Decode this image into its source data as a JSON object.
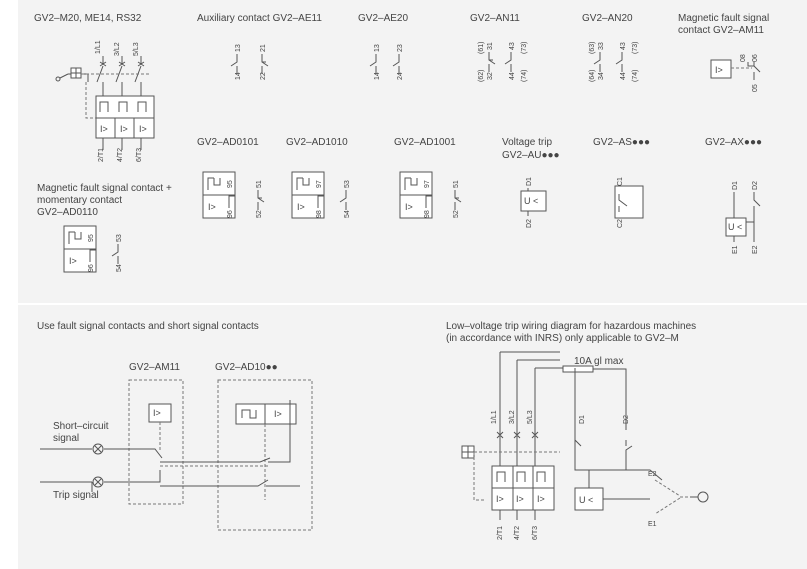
{
  "top_panel": {
    "gv2_m": "GV2–M20, ME14, RS32",
    "aux_ae11": "Auxiliary contact GV2–AE11",
    "ae20": "GV2–AE20",
    "an11": "GV2–AN11",
    "an20": "GV2–AN20",
    "mag_fault_1": "Magnetic fault signal",
    "mag_fault_2": "contact GV2–AM11",
    "ad0101": "GV2–AD0101",
    "ad1010": "GV2–AD1010",
    "ad1001": "GV2–AD1001",
    "voltage_trip_1": "Voltage trip",
    "voltage_trip_2": "GV2–AU●●●",
    "as": "GV2–AS●●●",
    "ax": "GV2–AX●●●",
    "mag_fault_mom_1": "Magnetic fault signal contact +",
    "mag_fault_mom_2": "momentary contact",
    "mag_fault_mom_3": "GV2–AD0110"
  },
  "bottom_panel": {
    "use_fault": "Use fault signal contacts and short signal contacts",
    "am11": "GV2–AM11",
    "ad10": "GV2–AD10●●",
    "short_circuit_1": "Short–circuit",
    "short_circuit_2": "signal",
    "trip_signal": "Trip signal",
    "lv_title_1": "Low–voltage trip wiring diagram for hazardous machines",
    "lv_title_2": "(in accordance with INRS) only applicable to GV2–M",
    "fuse": "10A gl max"
  },
  "symbols": {
    "overcurrent": "I>",
    "undervoltage": "U <"
  },
  "terminals": {
    "l1": "1/L1",
    "l2": "3/L2",
    "l3": "5/L3",
    "t1": "2/T1",
    "t2": "4/T2",
    "t3": "6/T3",
    "n13": "13",
    "n14": "14",
    "n21": "21",
    "n22": "22",
    "n23": "23",
    "n24": "24",
    "n31": "31",
    "n32": "32",
    "n33": "33",
    "n34": "34",
    "n43": "43",
    "n44": "44",
    "n61": "(61)",
    "n62": "(62)",
    "n63": "(63)",
    "n64": "(64)",
    "n73": "(73)",
    "n74": "(74)",
    "n05": "05",
    "n06": "06",
    "n08": "08",
    "n51": "51",
    "n52": "52",
    "n53": "53",
    "n54": "54",
    "n95": "95",
    "n96": "96",
    "n97": "97",
    "n98": "98",
    "d1": "D1",
    "d2": "D2",
    "c1": "C1",
    "c2": "C2",
    "e1": "E1",
    "e2": "E2"
  }
}
